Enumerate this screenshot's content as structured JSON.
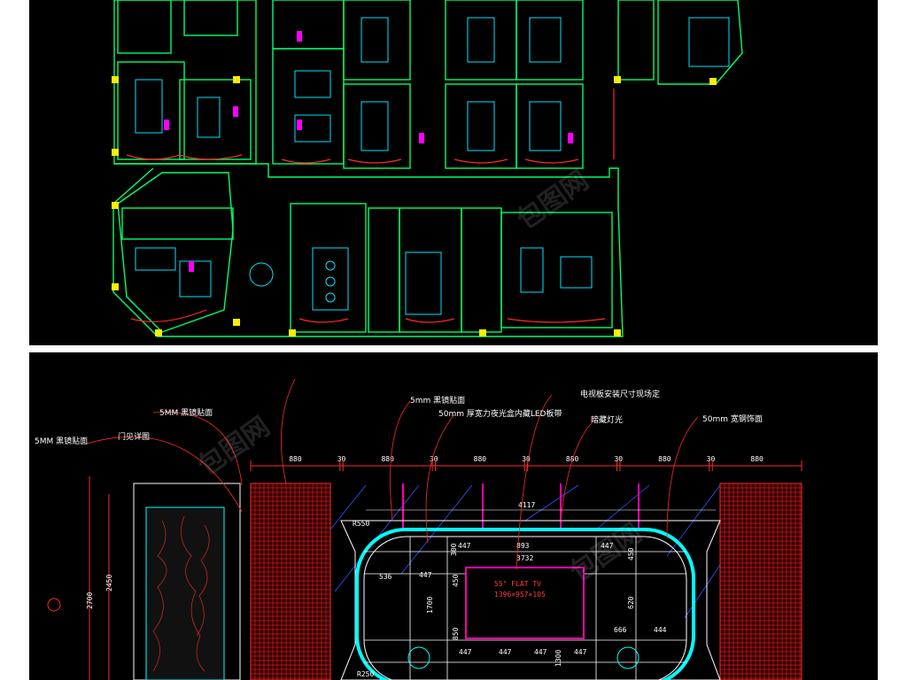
{
  "plan": {
    "colors": {
      "wall": "#00ff66",
      "furniture": "#00e5ff",
      "accent": "#ff2a2a",
      "marker": "#ffee00",
      "tag": "#ff00ff"
    }
  },
  "elevation": {
    "top_dimensions": [
      "880",
      "30",
      "880",
      "30",
      "880",
      "30",
      "880",
      "30",
      "880",
      "30",
      "880"
    ],
    "side_dimensions": [
      "2700",
      "2450"
    ],
    "frame_dimension": "4117",
    "labels": {
      "mirror_panel_left": "5MM 黑镜贴面",
      "mirror_panel_mid": "5MM 黑镜贴面",
      "door_detail": "门见详图",
      "mirror_top": "5mm 黑镜贴面",
      "mdf_led": "50mm 厚宽力夜光盒内藏LED板带",
      "tv_note": "电视板安装尺寸现场定",
      "hidden_light": "暗藏灯光",
      "steel_trim": "50mm 宽钢饰面"
    },
    "tv": {
      "title": "55\" FLAT TV",
      "size": "1396×957×105"
    },
    "inner_dims": {
      "d_r550": "R550",
      "d_447a": "447",
      "d_893": "893",
      "d_447b": "447",
      "d_300": "300",
      "d_450": "450",
      "d_3732": "3732",
      "d_536": "536",
      "d_447c": "447",
      "d_450b": "450",
      "d_620": "620",
      "d_1700": "1700",
      "d_850": "850",
      "d_447d": "447",
      "d_447e": "447",
      "d_447f": "447",
      "d_447g": "447",
      "d_1300": "1300",
      "d_666": "666",
      "d_444": "444",
      "d_r250": "R250"
    },
    "colors": {
      "grid": "#ff2a2a",
      "frame": "#ffffff",
      "inner": "#ffffff",
      "accent": "#ff00aa",
      "blue": "#3355ff",
      "cyan": "#00ffff"
    }
  },
  "watermark": "包图网"
}
